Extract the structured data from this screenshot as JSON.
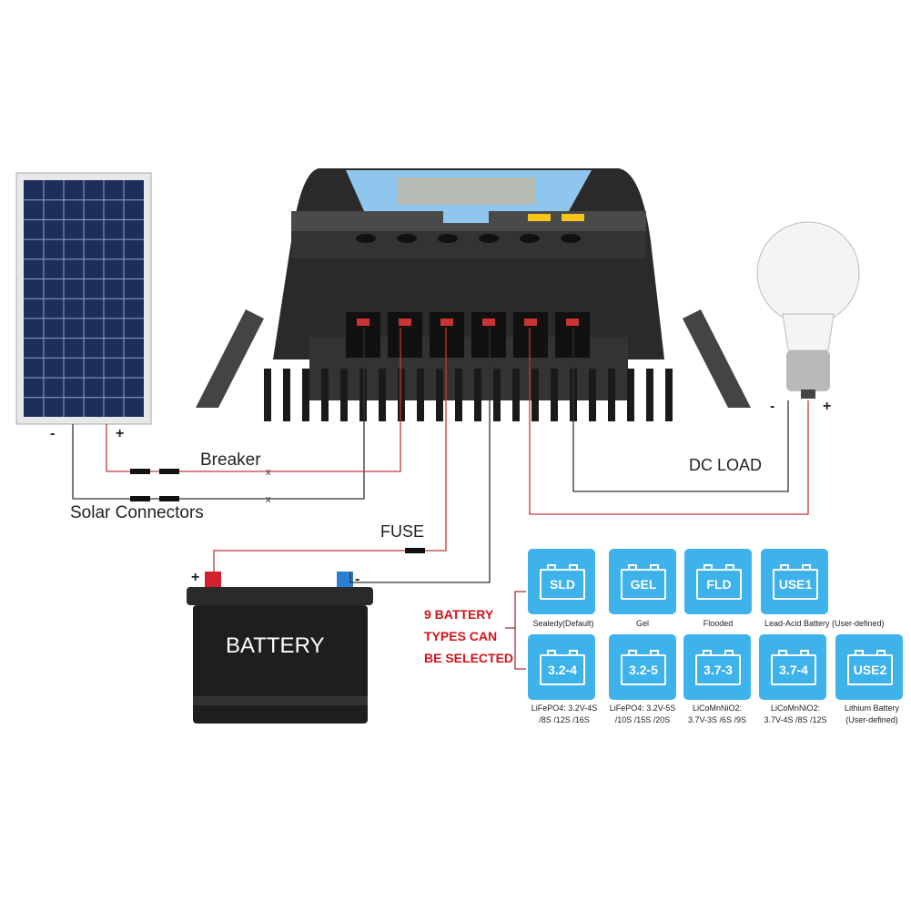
{
  "labels": {
    "breaker": "Breaker",
    "solar_connectors": "Solar Connectors",
    "fuse": "FUSE",
    "dc_load": "DC LOAD",
    "battery": "BATTERY",
    "minus": "-",
    "plus": "+"
  },
  "battery_types_heading": [
    "9 BATTERY",
    "TYPES CAN",
    "BE SELECTED"
  ],
  "battery_types": [
    {
      "code": "SLD",
      "caption": [
        "Sealedy(Default)"
      ]
    },
    {
      "code": "GEL",
      "caption": [
        "Gel"
      ]
    },
    {
      "code": "FLD",
      "caption": [
        "Flooded"
      ]
    },
    {
      "code": "USE1",
      "caption": [
        "Lead-Acid Battery (User-defined)"
      ]
    },
    {
      "code": "3.2-4",
      "caption": [
        "LiFePO4: 3.2V-4S",
        "/8S /12S /16S"
      ]
    },
    {
      "code": "3.2-5",
      "caption": [
        "LiFePO4: 3.2V-5S",
        "/10S /15S /20S"
      ]
    },
    {
      "code": "3.7-3",
      "caption": [
        "LiCoMnNiO2:",
        "3.7V-3S /6S /9S"
      ]
    },
    {
      "code": "3.7-4",
      "caption": [
        "LiCoMnNiO2:",
        "3.7V-4S /8S /12S"
      ]
    },
    {
      "code": "USE2",
      "caption": [
        "Lithium Battery",
        "(User-defined)"
      ]
    }
  ],
  "colors": {
    "card": "#3eb2ea",
    "heading": "#d0141b",
    "wire_red": "#c0393b",
    "wire_dark": "#333333"
  }
}
